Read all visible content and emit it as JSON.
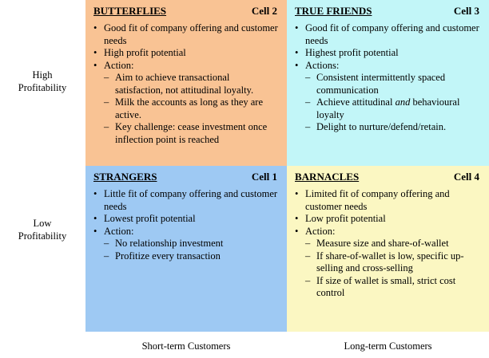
{
  "row_labels": [
    {
      "lines": [
        "High",
        "Profitability"
      ]
    },
    {
      "lines": [
        "Low",
        "Profitability"
      ]
    }
  ],
  "column_labels": [
    "Short-term Customers",
    "Long-term Customers"
  ],
  "cells": [
    {
      "key": "butterflies",
      "title": "BUTTERFLIES",
      "cell_label": "Cell 2",
      "color": "#f9c394",
      "bullets": [
        {
          "text": "Good fit of company offering and customer needs"
        },
        {
          "text": "High profit potential"
        },
        {
          "text": "Action:",
          "sub": [
            "Aim to achieve transactional satisfaction, not attitudinal loyalty.",
            "Milk the accounts as long as they are active.",
            "Key challenge: cease investment once inflection point is reached"
          ]
        }
      ]
    },
    {
      "key": "true-friends",
      "title": "TRUE FRIENDS",
      "cell_label": "Cell 3",
      "color": "#c2f6f8",
      "bullets": [
        {
          "text": "Good fit of company offering and customer needs"
        },
        {
          "text": "Highest profit potential"
        },
        {
          "text": "Actions:",
          "sub": [
            "Consistent intermittently spaced communication",
            "Achieve attitudinal and behavioural loyalty",
            "Delight to nurture/defend/retain."
          ]
        }
      ]
    },
    {
      "key": "strangers",
      "title": "STRANGERS",
      "cell_label": "Cell 1",
      "color": "#9ec9f3",
      "bullets": [
        {
          "text": "Little fit of company offering and customer needs"
        },
        {
          "text": "Lowest profit potential"
        },
        {
          "text": "Action:",
          "sub": [
            "No relationship investment",
            "Profitize every transaction"
          ]
        }
      ]
    },
    {
      "key": "barnacles",
      "title": "BARNACLES",
      "cell_label": "Cell 4",
      "color": "#fbf7c2",
      "bullets": [
        {
          "text": "Limited fit of company offering and customer needs"
        },
        {
          "text": "Low profit potential"
        },
        {
          "text": "Action:",
          "sub": [
            "Measure size and share-of-wallet",
            "If share-of-wallet is low, specific up-selling and cross-selling",
            "If size of wallet is small, strict cost control"
          ]
        }
      ]
    }
  ]
}
